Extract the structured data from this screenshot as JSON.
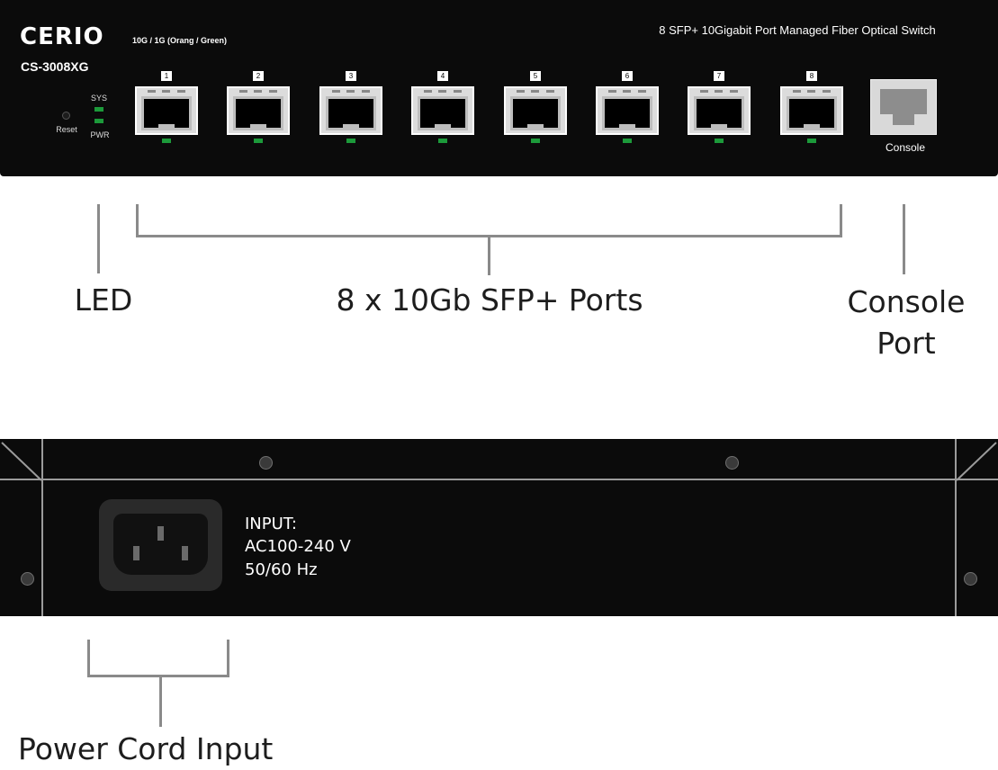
{
  "front_panel": {
    "brand": "CERIO",
    "model": "CS-3008XG",
    "speed_legend": "10G / 1G  (Orang / Green)",
    "description": "8 SFP+ 10Gigabit Port Managed Fiber Optical Switch",
    "reset_label": "Reset",
    "sys_label": "SYS",
    "pwr_label": "PWR",
    "ports": [
      "1",
      "2",
      "3",
      "4",
      "5",
      "6",
      "7",
      "8"
    ],
    "console_label": "Console",
    "led_color": "#1c9a3a"
  },
  "callouts": {
    "led": "LED",
    "sfp_ports": "8 x 10Gb SFP+ Ports",
    "console_port_line1": "Console",
    "console_port_line2": "Port",
    "power_cord": "Power Cord Input"
  },
  "rear_panel": {
    "input_line1": "INPUT:",
    "input_line2": "AC100-240 V",
    "input_line3": "50/60 Hz"
  }
}
